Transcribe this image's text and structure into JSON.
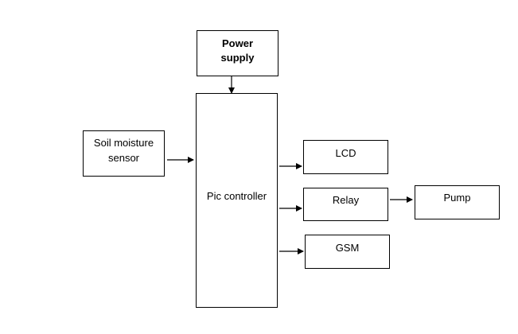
{
  "diagram": {
    "blocks": {
      "power_supply": {
        "line1": "Power",
        "line2": "supply"
      },
      "soil_sensor": {
        "line1": "Soil moisture",
        "line2": "sensor"
      },
      "pic_controller": {
        "label": "Pic controller"
      },
      "lcd": {
        "label": "LCD"
      },
      "relay": {
        "label": "Relay"
      },
      "pump": {
        "label": "Pump"
      },
      "gsm": {
        "label": "GSM"
      }
    }
  }
}
